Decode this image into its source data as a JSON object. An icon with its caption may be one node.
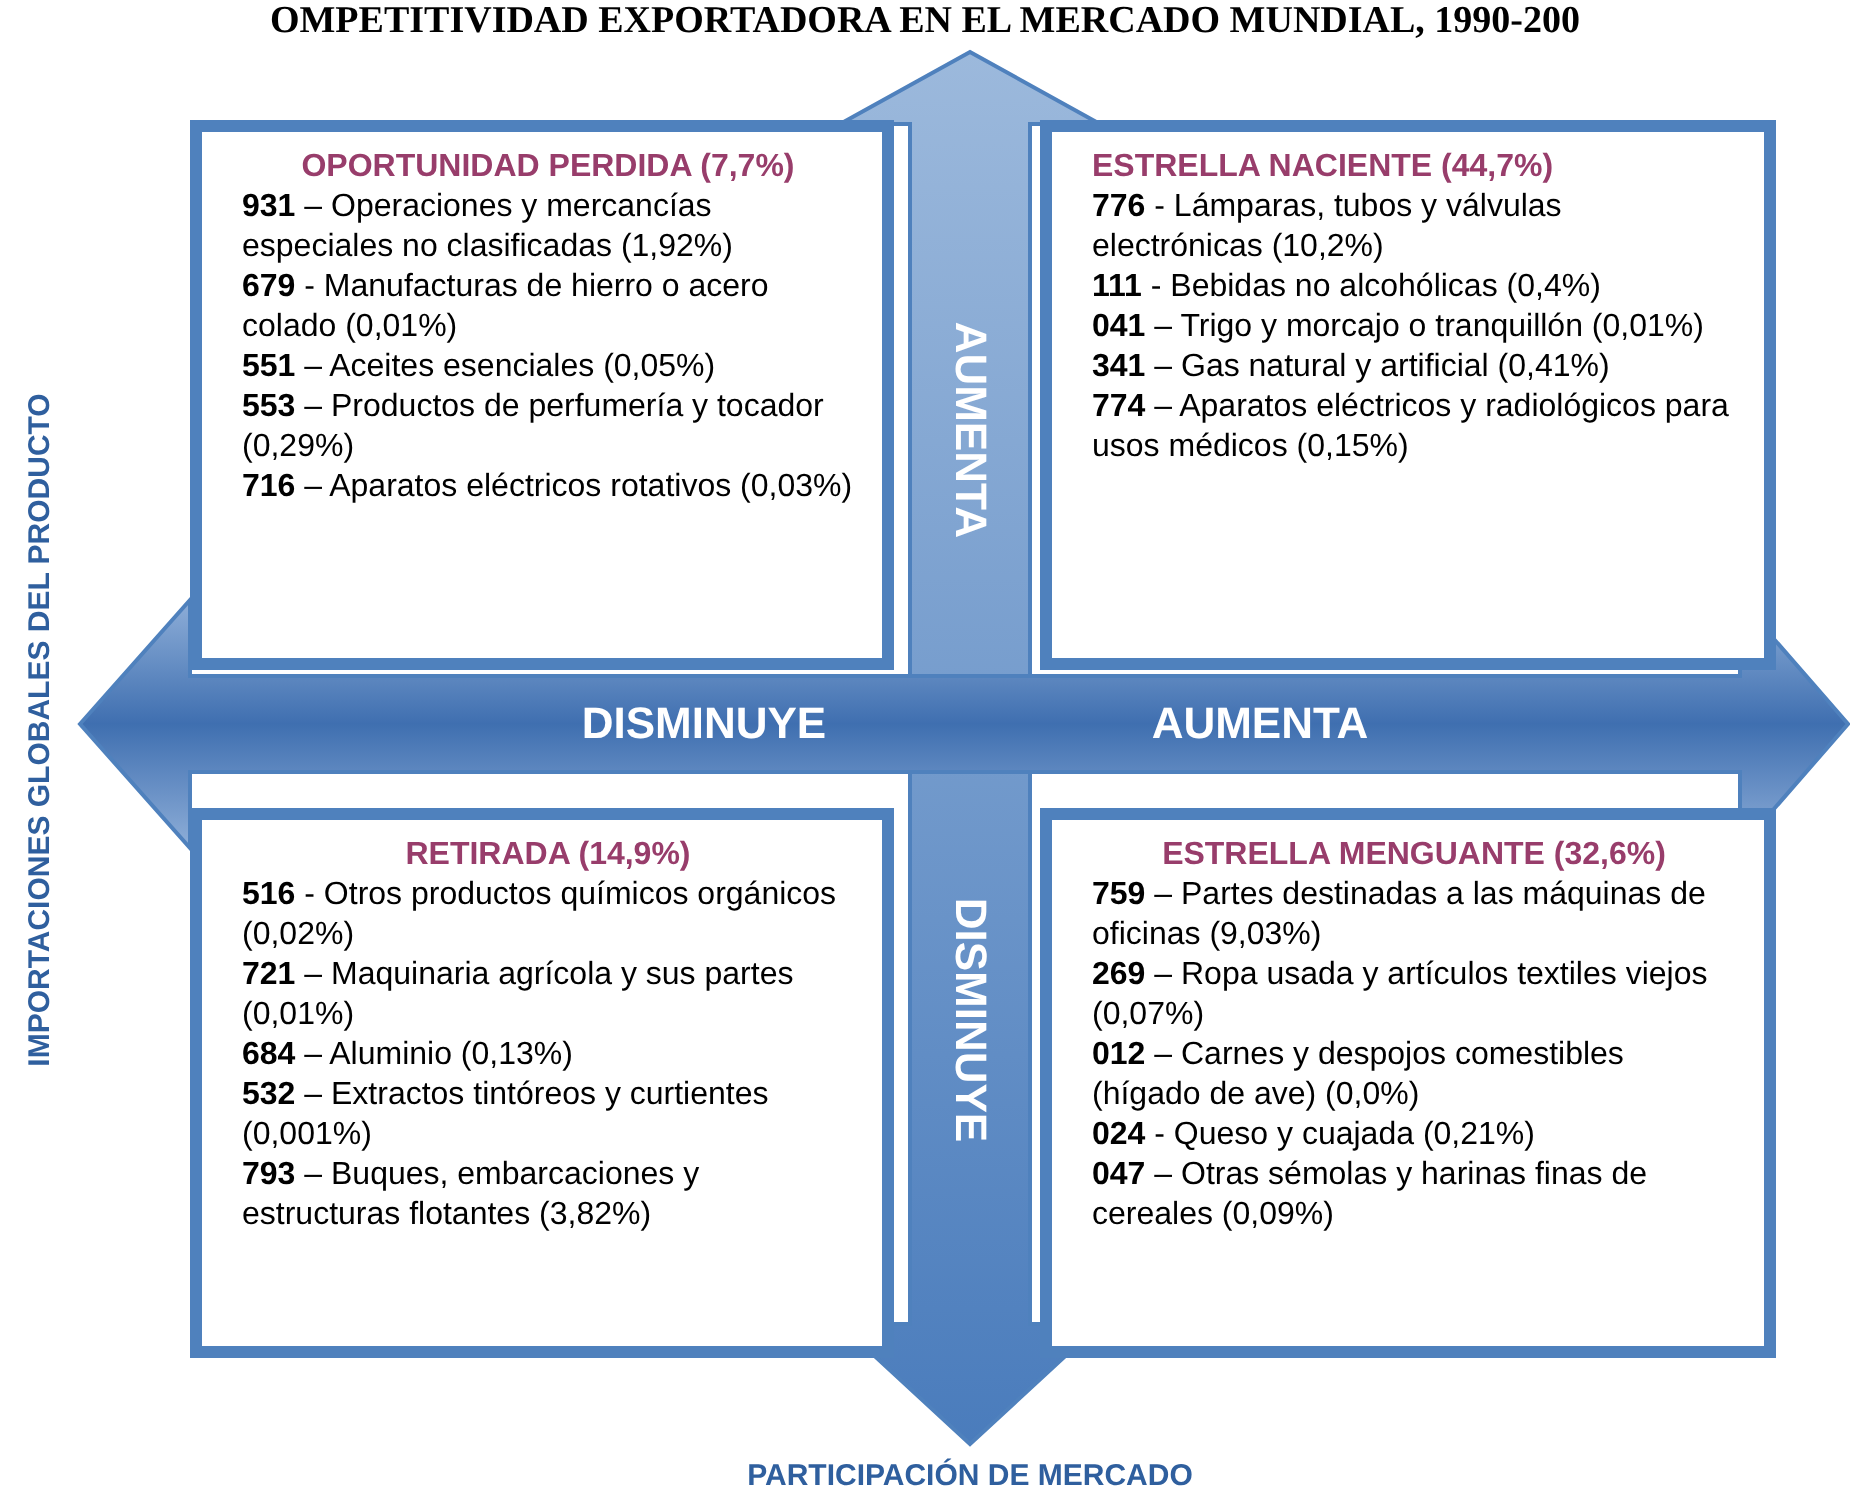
{
  "diagram": {
    "title": "OMPETITIVIDAD EXPORTADORA EN EL MERCADO MUNDIAL, 1990-200",
    "nodes": [
      {
        "text": [
          "OPORTUNIDAD PERDIDA (7,7%)",
          "**931** – Operaciones y mercancías especiales no clasificadas (1,92%)",
          "**679** - Manufacturas de hierro o acero colado (0,01%)",
          "**551** – Aceites esenciales (0,05%)",
          "**553** – Productos de perfumería y tocador (0,29%)",
          "**716** – Aparatos eléctricos rotativos (0,03%)"
        ]
      },
      {
        "text": [
          "ESTRELLA NACIENTE (44,7%)",
          "**776** - Lámparas, tubos y válvulas electrónicas (10,2%)",
          "**111** - Bebidas no alcohólicas (0,4%)",
          "**041** – Trigo y morcajo o tranquillón (0,01%)",
          "**341** – Gas natural y artificial (0,41%)",
          "**774** – Aparatos eléctricos y radiológicos para usos médicos (0,15%)"
        ]
      },
      {
        "text": [
          "RETIRADA (14,9%)",
          "**516** - Otros productos químicos orgánicos (0,02%)",
          "**721** – Maquinaria agrícola y sus partes (0,01%)",
          "**684** – Aluminio (0,13%)",
          "**532** – Extractos tintóreos y curtientes (0,001%)",
          "**793** – Buques, embarcaciones y estructuras flotantes (3,82%)"
        ]
      },
      {
        "text": [
          "ESTRELLA MENGUANTE (32,6%)",
          "**759** – Partes destinadas a las máquinas de oficinas (9,03%)",
          "**269** – Ropa usada y artículos textiles viejos (0,07%)",
          "**012** – Carnes y despojos comestibles (hígado de ave) (0,0%)",
          "**024** - Queso y cuajada (0,21%)",
          "**047** – Otras sémolas y harinas finas de cereales (0,09%)"
        ]
      }
    ],
    "labels": [
      "AUMENTA",
      "DISMINUYE",
      "AUMENTA",
      "DISMINUYE",
      "IMPORTACIONES GLOBALES DEL PRODUCTO",
      "PARTICIPACIÓN DE MERCADO"
    ]
  }
}
